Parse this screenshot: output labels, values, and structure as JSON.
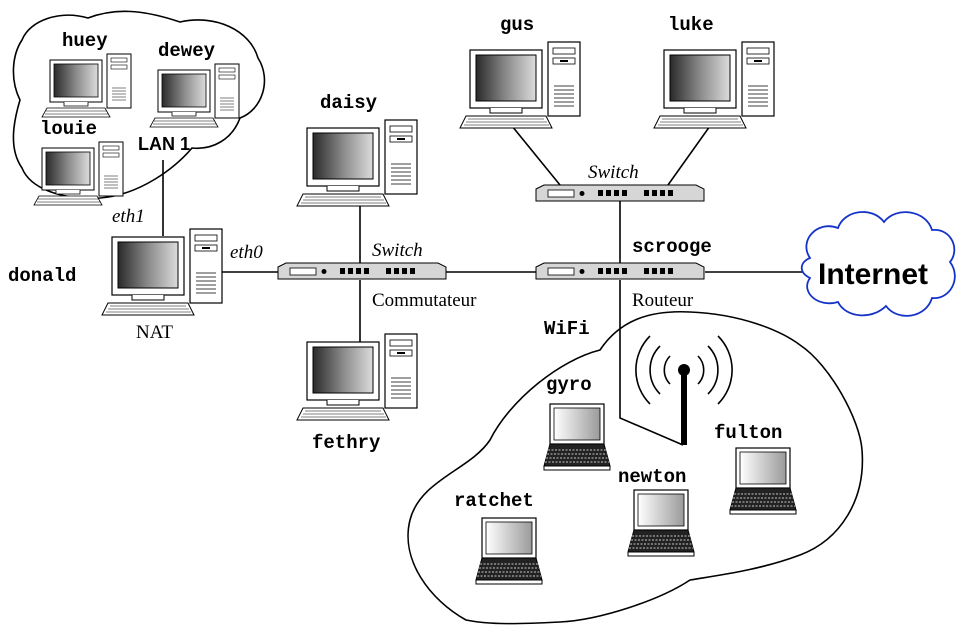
{
  "hosts": {
    "huey": "huey",
    "dewey": "dewey",
    "louie": "louie",
    "donald": "donald",
    "daisy": "daisy",
    "fethry": "fethry",
    "gus": "gus",
    "luke": "luke",
    "scrooge": "scrooge",
    "gyro": "gyro",
    "fulton": "fulton",
    "newton": "newton",
    "ratchet": "ratchet"
  },
  "labels": {
    "lan1": "LAN 1",
    "eth1": "eth1",
    "eth0": "eth0",
    "nat": "NAT",
    "switch_left": "Switch",
    "switch_top": "Switch",
    "commutateur": "Commutateur",
    "routeur": "Routeur",
    "wifi": "WiFi",
    "internet": "Internet"
  },
  "icons": {
    "desktop": "desktop-computer-icon",
    "laptop": "laptop-icon",
    "switch": "network-switch-icon",
    "antenna": "wifi-antenna-icon",
    "cloud": "internet-cloud-icon"
  }
}
